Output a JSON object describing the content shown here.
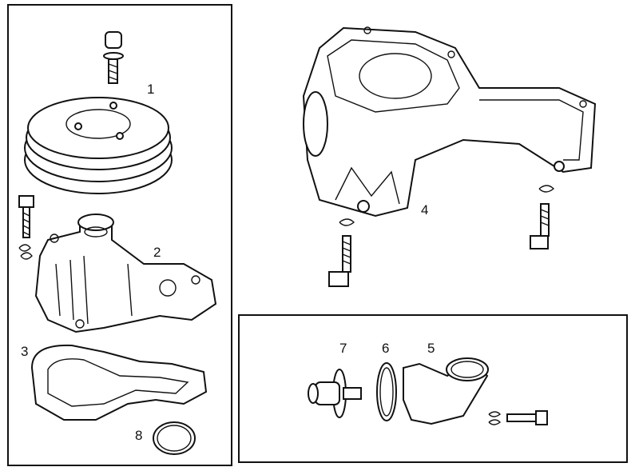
{
  "diagram": {
    "part_labels": [
      {
        "id": "1",
        "part": "pulley"
      },
      {
        "id": "2",
        "part": "water-pump"
      },
      {
        "id": "3",
        "part": "pump-gasket"
      },
      {
        "id": "4",
        "part": "pump-housing"
      },
      {
        "id": "5",
        "part": "thermostat-cover"
      },
      {
        "id": "6",
        "part": "thermostat-seal"
      },
      {
        "id": "7",
        "part": "thermostat"
      },
      {
        "id": "8",
        "part": "o-ring"
      }
    ]
  }
}
